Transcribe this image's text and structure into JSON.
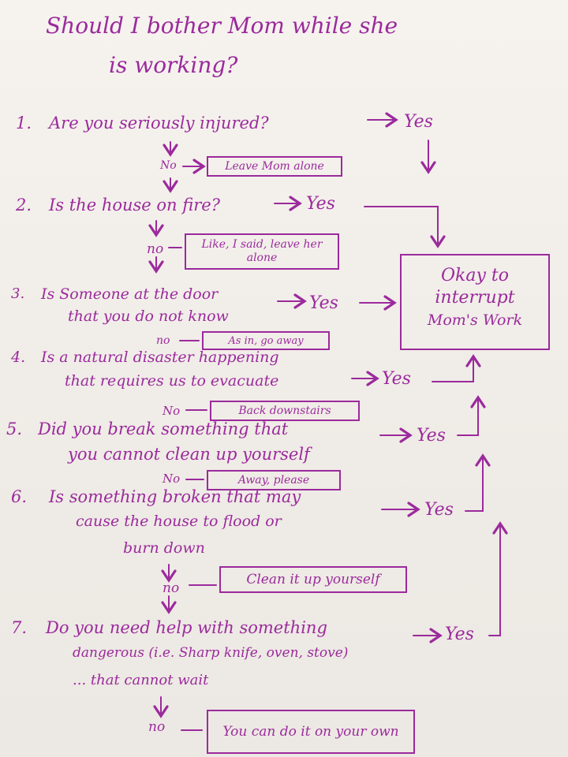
{
  "title": {
    "line1": "Should I bother Mom while she",
    "line2": "is working?"
  },
  "questions": [
    {
      "number": "1.",
      "lines": [
        "Are you seriously injured?"
      ],
      "no_label": "No",
      "no_box": "Leave Mom alone"
    },
    {
      "number": "2.",
      "lines": [
        "Is the house on fire?"
      ],
      "no_label": "no",
      "no_box": "Like, I said, leave her alone"
    },
    {
      "number": "3.",
      "lines": [
        "Is Someone at the door",
        "that you do not know"
      ],
      "no_label": "no",
      "no_box": "As in, go away"
    },
    {
      "number": "4.",
      "lines": [
        "Is a natural disaster happening",
        "that requires us to evacuate"
      ],
      "no_label": "No",
      "no_box": "Back downstairs"
    },
    {
      "number": "5.",
      "lines": [
        "Did you break something that",
        "you cannot clean up yourself"
      ],
      "no_label": "No",
      "no_box": "Away, please"
    },
    {
      "number": "6.",
      "lines": [
        "Is something broken that may",
        "cause the house to flood or",
        "burn down"
      ],
      "no_label": "no",
      "no_box": "Clean it up yourself"
    },
    {
      "number": "7.",
      "lines": [
        "Do you need help with something",
        "dangerous (i.e. Sharp knife, oven, stove)",
        "... that cannot wait"
      ],
      "no_label": "no",
      "no_box": "You can do it on your own"
    }
  ],
  "yes_label": "Yes",
  "result_box": {
    "line1": "Okay to",
    "line2": "interrupt",
    "line3": "Mom's Work"
  },
  "colors": {
    "ink": "#9b2a9c",
    "paper": "#f3f0ec"
  }
}
